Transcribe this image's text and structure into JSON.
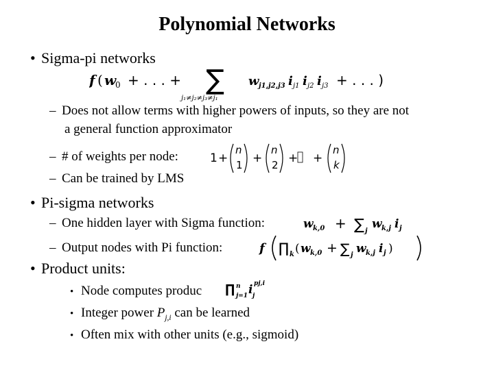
{
  "title": "Polynomial Networks",
  "bullets": {
    "sigma_pi": "Sigma-pi networks",
    "sp_sub1_line1": "Does not allow terms with higher powers of inputs, so they are not",
    "sp_sub1_line2": "a general function approximator",
    "sp_sub2": "# of weights per node:",
    "sp_sub3": "Can be trained by LMS",
    "pi_sigma": "Pi-sigma networks",
    "ps_sub1": "One hidden layer with Sigma function:",
    "ps_sub2": "Output nodes with Pi function:",
    "product_units": "Product units:",
    "pu_sub1": "Node computes produc",
    "pu_sub2_prefix": "Integer power",
    "pu_sub2_var": "P",
    "pu_sub2_subscript": "j,i",
    "pu_sub2_suffix": "can be learned",
    "pu_sub3": "Often mix with other units (e.g., sigmoid)"
  },
  "marks": {
    "bullet": "•",
    "dash": "–",
    "small_bullet": "•"
  }
}
